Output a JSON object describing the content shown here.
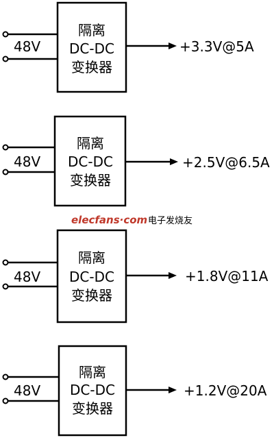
{
  "converters": [
    {
      "input_label": "48V",
      "box_line1": "隔离",
      "box_line2": "DC-DC",
      "box_line3": "变换器",
      "output_label": "+3.3V@5A"
    },
    {
      "input_label": "48V",
      "box_line1": "隔离",
      "box_line2": "DC-DC",
      "box_line3": "变换器",
      "output_label": "+2.5V@6.5A"
    },
    {
      "input_label": "48V",
      "box_line1": "隔离",
      "box_line2": "DC-DC",
      "box_line3": "变换器",
      "output_label": "+1.8V@11A"
    },
    {
      "input_label": "48V",
      "box_line1": "隔离",
      "box_line2": "DC-DC",
      "box_line3": "变换器",
      "output_label": "+1.2V@20A"
    }
  ],
  "watermark": {
    "logo_text": "elecfans·com",
    "site_text": "电子发烧友",
    "logo_color": "#c0392b"
  }
}
